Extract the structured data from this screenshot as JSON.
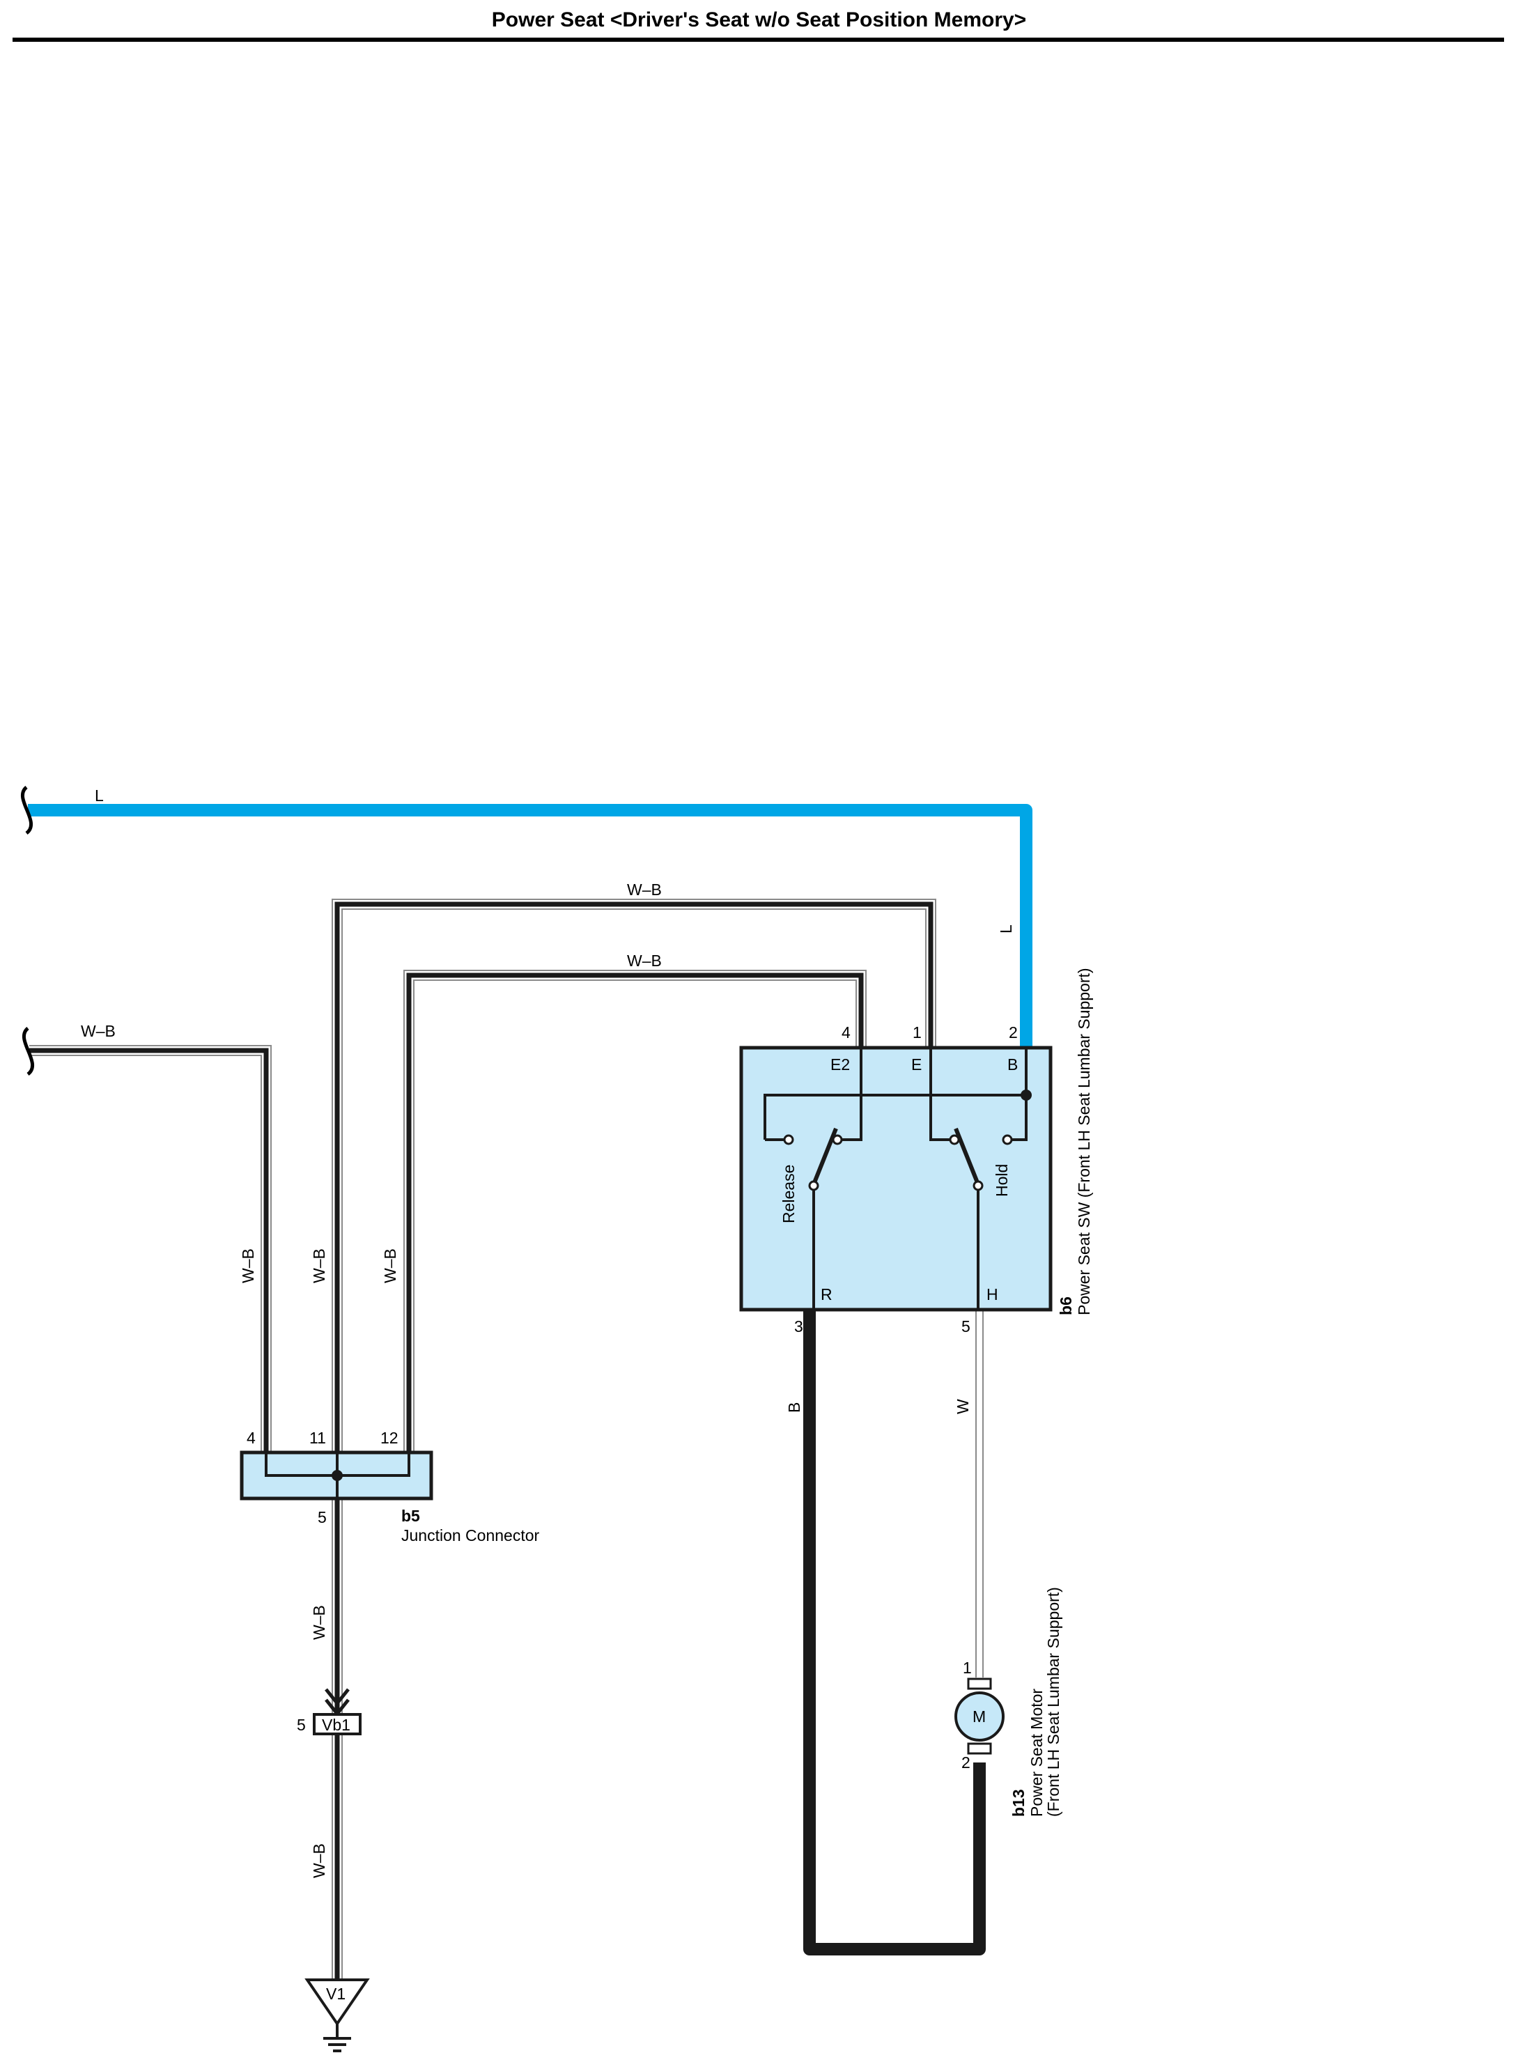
{
  "title": "Power Seat <Driver's Seat w/o Seat Position Memory>",
  "colors": {
    "wire_L": "#00a6e6",
    "component_fill": "#c6e8f8",
    "wire_dark": "#1a1a1a",
    "wire_outline": "#8a8a8a"
  },
  "wires": {
    "L_top": "L",
    "L_vertical": "L",
    "WB_top": "W–B",
    "WB_mid": "W–B",
    "WB_left": "W–B",
    "WB_v1": "W–B",
    "WB_v2": "W–B",
    "WB_v3": "W–B",
    "WB_ground_upper": "W–B",
    "WB_ground_lower": "W–B",
    "B_motor": "B",
    "W_motor": "W"
  },
  "switch_b6": {
    "code": "b6",
    "name": "Power Seat SW (Front LH Seat Lumbar Support)",
    "pins": {
      "p4": "4",
      "p1": "1",
      "p2": "2",
      "p3": "3",
      "p5": "5"
    },
    "terminals": {
      "E2": "E2",
      "E": "E",
      "B": "B",
      "R": "R",
      "H": "H"
    },
    "contacts": {
      "release": "Release",
      "hold": "Hold"
    }
  },
  "junction_b5": {
    "code": "b5",
    "name": "Junction Connector",
    "pins": {
      "p4": "4",
      "p11": "11",
      "p12": "12",
      "p5": "5"
    }
  },
  "motor_b13": {
    "code": "b13",
    "name_line1": "Power Seat Motor",
    "name_line2": "(Front LH Seat Lumbar Support)",
    "symbol": "M",
    "pins": {
      "p1": "1",
      "p2": "2"
    }
  },
  "connector_vb1": {
    "label": "Vb1",
    "pin": "5"
  },
  "ground_v1": {
    "label": "V1"
  }
}
